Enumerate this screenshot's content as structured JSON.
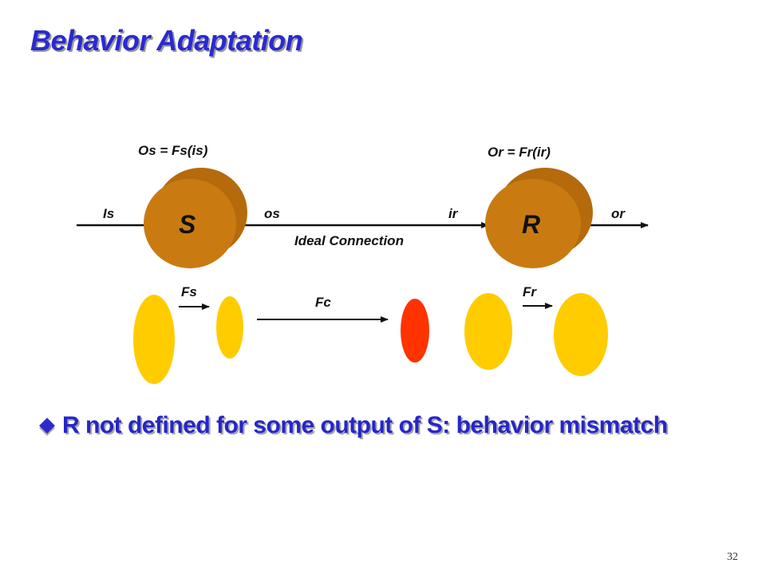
{
  "slide": {
    "title": "Behavior Adaptation",
    "slide_number": "32"
  },
  "diagram": {
    "sender": {
      "letter": "S",
      "function_label": "Os = Fs(is)",
      "input_label": "Is",
      "output_label": "os"
    },
    "receiver": {
      "letter": "R",
      "function_label": "Or = Fr(ir)",
      "input_label": "ir",
      "output_label": "or"
    },
    "connection_label": "Ideal Connection",
    "mapping": {
      "fs_label": "Fs",
      "fc_label": "Fc",
      "fr_label": "Fr"
    },
    "colors": {
      "node_fill": "#c97b12",
      "node_back": "#b56a0c",
      "set_yellow": "#ffcc00",
      "set_red": "#ff3300",
      "arrow": "#111111"
    }
  },
  "bullet": {
    "text": "R not defined for some output of S: behavior mismatch"
  }
}
